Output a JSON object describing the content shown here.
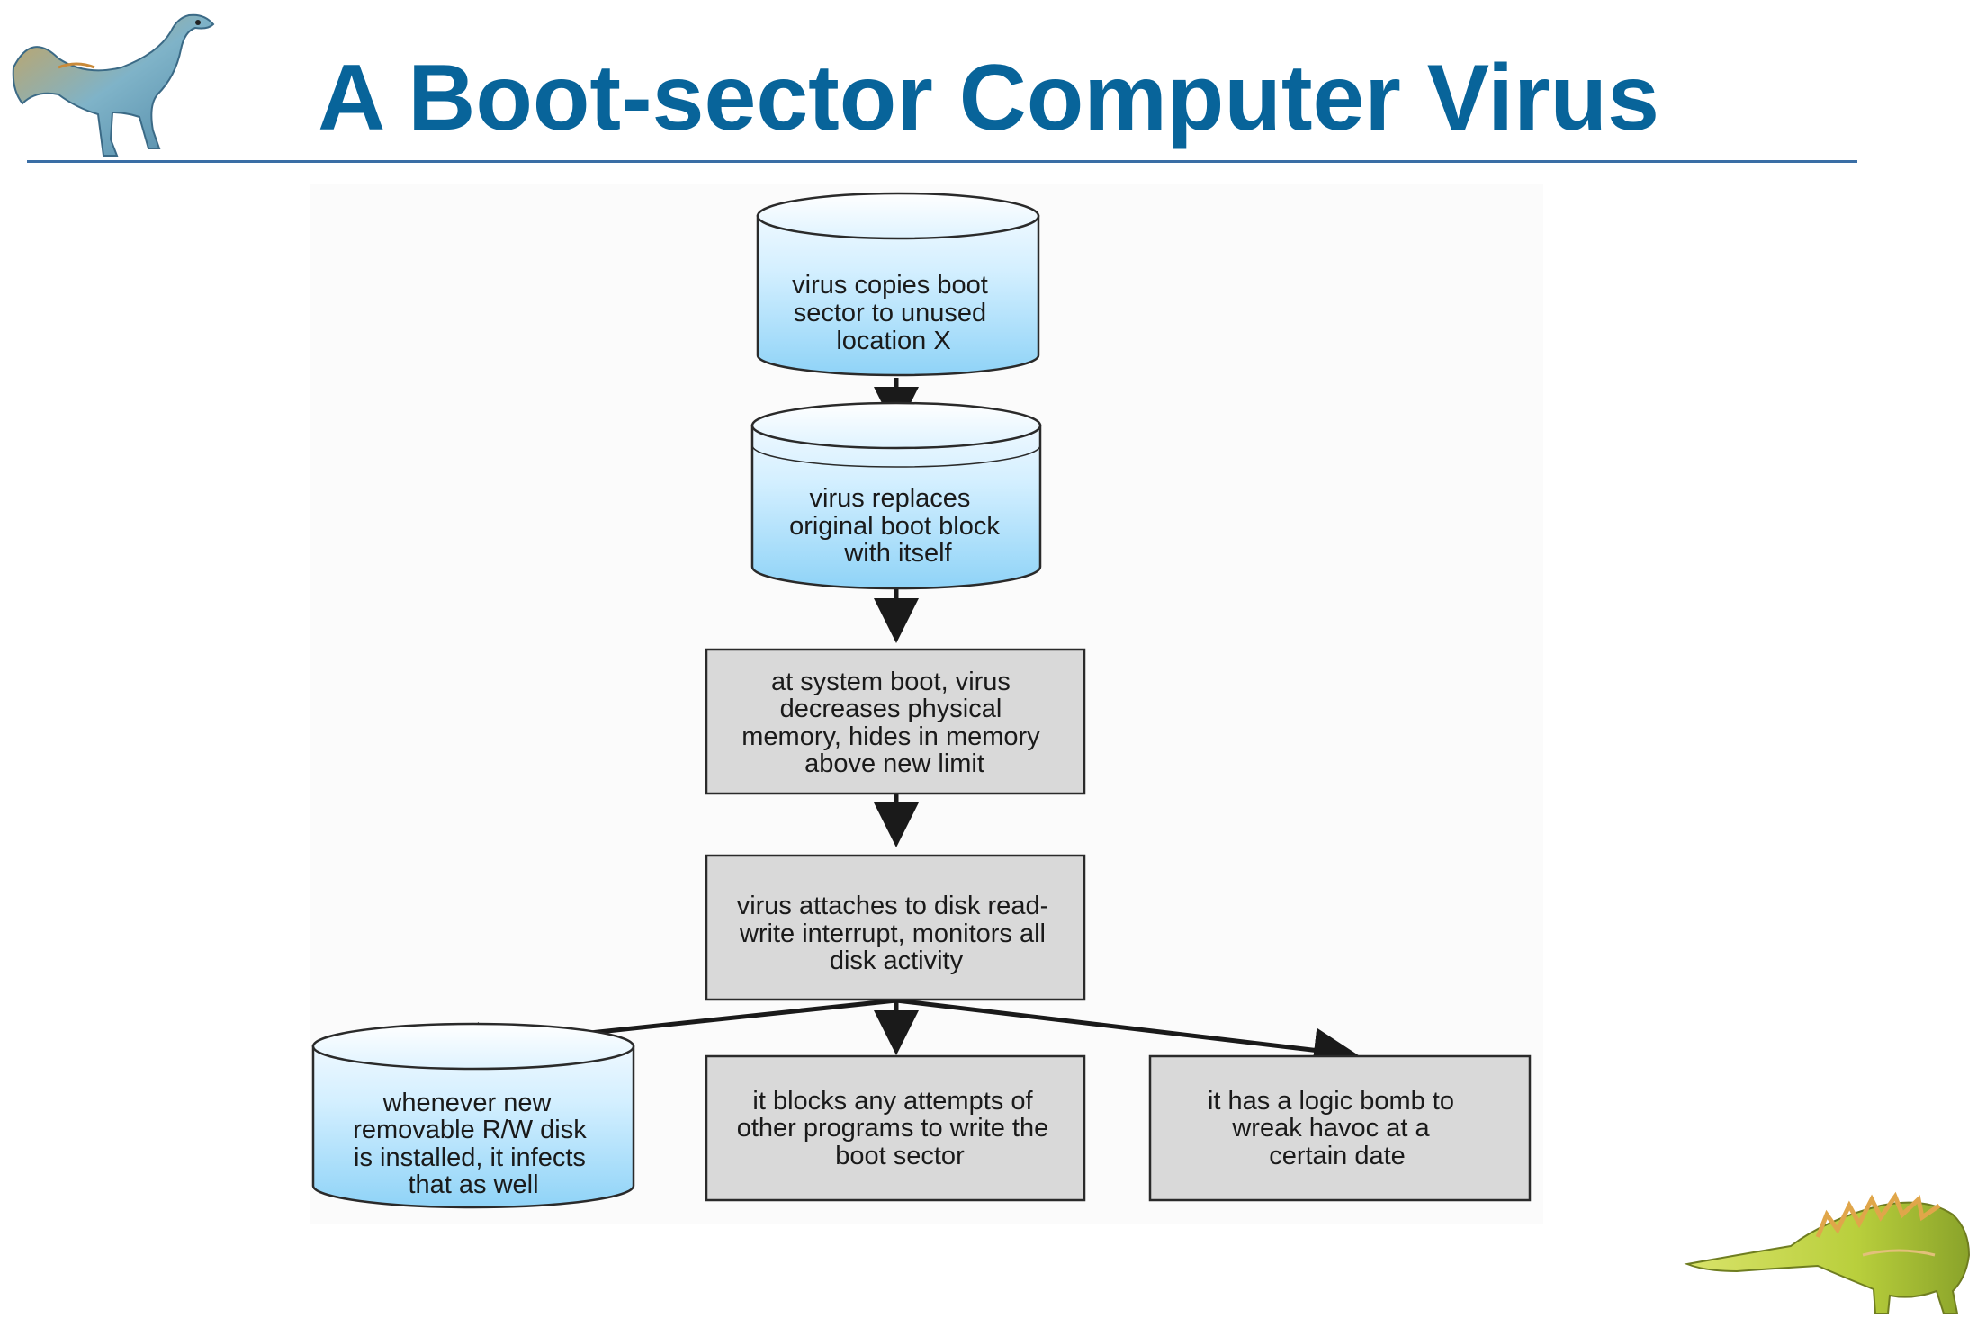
{
  "slide": {
    "title": "A Boot-sector Computer Virus"
  },
  "diagram": {
    "nodes": [
      {
        "id": "copy-boot-sector",
        "shape": "cylinder",
        "lines": [
          "virus copies boot",
          "sector to unused",
          "location X"
        ]
      },
      {
        "id": "replace-boot-block",
        "shape": "cylinder",
        "lines": [
          "virus replaces",
          "original boot block",
          "with itself"
        ]
      },
      {
        "id": "hide-in-memory",
        "shape": "box",
        "lines": [
          "at system boot, virus",
          "decreases physical",
          "memory, hides in memory",
          "above new limit"
        ]
      },
      {
        "id": "attach-interrupt",
        "shape": "box",
        "lines": [
          "virus attaches to disk read-",
          "write interrupt, monitors all",
          "disk activity"
        ]
      },
      {
        "id": "infect-removable",
        "shape": "cylinder",
        "lines": [
          "whenever new",
          "removable R/W disk",
          "is installed, it infects",
          "that as well"
        ]
      },
      {
        "id": "block-writes",
        "shape": "box",
        "lines": [
          "it blocks any attempts of",
          "other programs to write the",
          "boot sector"
        ]
      },
      {
        "id": "logic-bomb",
        "shape": "box",
        "lines": [
          "it has a logic bomb to",
          "wreak havoc at a",
          "certain date"
        ]
      }
    ],
    "edges": [
      {
        "from": "copy-boot-sector",
        "to": "replace-boot-block"
      },
      {
        "from": "replace-boot-block",
        "to": "hide-in-memory"
      },
      {
        "from": "hide-in-memory",
        "to": "attach-interrupt"
      },
      {
        "from": "attach-interrupt",
        "to": "infect-removable"
      },
      {
        "from": "attach-interrupt",
        "to": "block-writes"
      },
      {
        "from": "attach-interrupt",
        "to": "logic-bomb"
      }
    ],
    "colors": {
      "title": "#08649a",
      "cylinder_light": "#eef8ff",
      "cylinder_dark": "#8fd3f7",
      "box_fill": "#d9d9d9",
      "stroke": "#2a2a2a"
    }
  },
  "decorations": {
    "top_left_icon": "dinosaur-icon",
    "bottom_right_icon": "stegosaurus-icon"
  }
}
